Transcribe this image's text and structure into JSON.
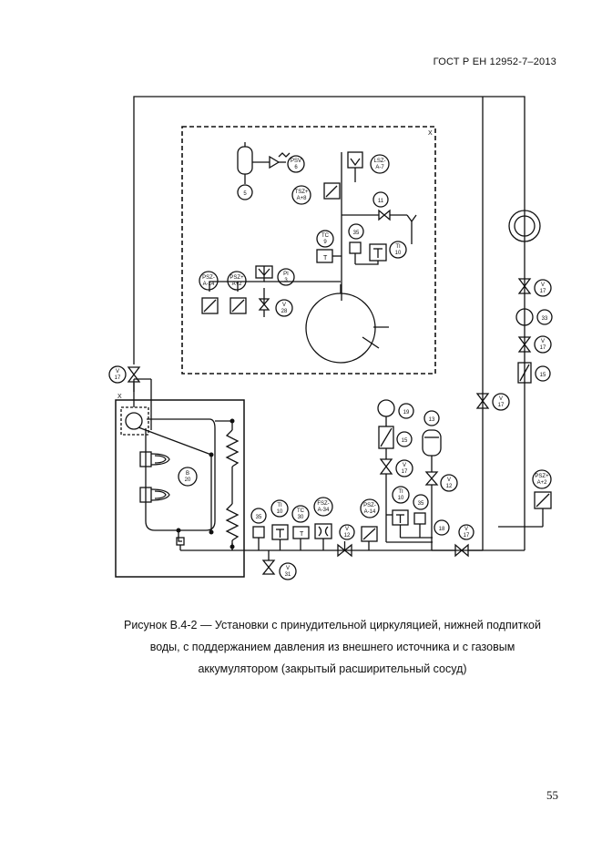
{
  "header": {
    "doc_id": "ГОСТ Р ЕН 12952-7–2013"
  },
  "figure": {
    "caption_lines": [
      "Рисунок В.4-2 — Установки с принудительной циркуляцией, нижней подпиткой",
      "воды, с поддержанием давления из внешнего источника и с газовым",
      "аккумулятором (закрытый расширительный сосуд)"
    ],
    "boundary_marks": [
      "X",
      "X"
    ],
    "instruments": [
      {
        "id": "psv",
        "l1": "PSV",
        "l2": "6"
      },
      {
        "id": "lsz",
        "l1": "LSZ-",
        "l2": "A-7"
      },
      {
        "id": "tsz",
        "l1": "TSZ+",
        "l2": "A+8"
      },
      {
        "id": "v11",
        "l1": "11",
        "l2": ""
      },
      {
        "id": "s5",
        "l1": "5",
        "l2": ""
      },
      {
        "id": "tc9",
        "l1": "TC",
        "l2": "9"
      },
      {
        "id": "c35top",
        "l1": "35",
        "l2": ""
      },
      {
        "id": "ti10top",
        "l1": "TI",
        "l2": "10"
      },
      {
        "id": "psz14top",
        "l1": "PSZ-",
        "l2": "A-14"
      },
      {
        "id": "psz2top",
        "l1": "PSZ+",
        "l2": "A+2"
      },
      {
        "id": "pi3",
        "l1": "PI",
        "l2": "3"
      },
      {
        "id": "v28",
        "l1": "V",
        "l2": "28"
      },
      {
        "id": "v17left",
        "l1": "V",
        "l2": "17"
      },
      {
        "id": "b20",
        "l1": "B",
        "l2": "20"
      },
      {
        "id": "c35bot",
        "l1": "35",
        "l2": ""
      },
      {
        "id": "ti10bot",
        "l1": "TI",
        "l2": "10"
      },
      {
        "id": "tc30",
        "l1": "TC",
        "l2": "30"
      },
      {
        "id": "fsz34",
        "l1": "FSZ-",
        "l2": "A-34"
      },
      {
        "id": "v12bot",
        "l1": "V",
        "l2": "12"
      },
      {
        "id": "psz14bot",
        "l1": "PSZ-",
        "l2": "A-14"
      },
      {
        "id": "v31",
        "l1": "V",
        "l2": "31"
      },
      {
        "id": "p19",
        "l1": "19",
        "l2": ""
      },
      {
        "id": "f15mid",
        "l1": "15",
        "l2": ""
      },
      {
        "id": "v17mid",
        "l1": "V",
        "l2": "17"
      },
      {
        "id": "g13",
        "l1": "13",
        "l2": ""
      },
      {
        "id": "v12mid",
        "l1": "V",
        "l2": "12"
      },
      {
        "id": "ti10mid",
        "l1": "TI",
        "l2": "10"
      },
      {
        "id": "c35mid",
        "l1": "35",
        "l2": ""
      },
      {
        "id": "n18",
        "l1": "18",
        "l2": ""
      },
      {
        "id": "v17botright",
        "l1": "V",
        "l2": "17"
      },
      {
        "id": "v17rv1",
        "l1": "V",
        "l2": "17"
      },
      {
        "id": "p33",
        "l1": "33",
        "l2": ""
      },
      {
        "id": "v17rv2",
        "l1": "V",
        "l2": "17"
      },
      {
        "id": "f15right",
        "l1": "15",
        "l2": ""
      },
      {
        "id": "v17rv3",
        "l1": "V",
        "l2": "17"
      },
      {
        "id": "psz2right",
        "l1": "PSZ+",
        "l2": "A+2"
      }
    ]
  },
  "page_number": "55"
}
